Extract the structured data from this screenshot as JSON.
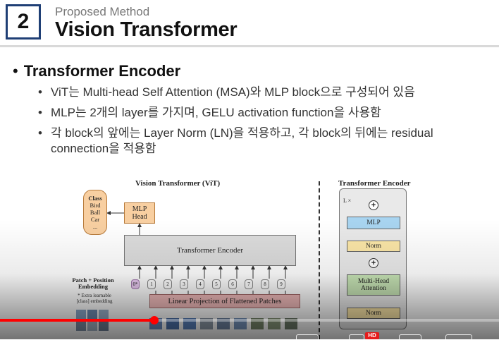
{
  "slide": {
    "section_number": "2",
    "section_subtitle": "Proposed Method",
    "title": "Vision Transformer",
    "heading": "Transformer Encoder",
    "bullets": [
      "ViT는 Multi-head Self Attention (MSA)와 MLP block으로 구성되어 있음",
      "MLP는 2개의 layer를 가지며, GELU activation function을 사용함",
      "각 block의 앞에는 Layer Norm (LN)을 적용하고, 각 block의 뒤에는 residual connection을 적용함"
    ]
  },
  "figure": {
    "vit_title": "Vision Transformer (ViT)",
    "class_box": {
      "title": "Class",
      "items": [
        "Bird",
        "Ball",
        "Car",
        "..."
      ]
    },
    "mlp_head": "MLP Head",
    "transformer_encoder": "Transformer Encoder",
    "patch_position_label": "Patch + Position Embedding",
    "extra_learnable_label": "* Extra learnable [class] embedding",
    "tokens": [
      "0*",
      "1",
      "2",
      "3",
      "4",
      "5",
      "6",
      "7",
      "8",
      "9"
    ],
    "linear_projection": "Linear Projection of Flattened Patches",
    "encoder_title": "Transformer Encoder",
    "encoder_repeat": "L ×",
    "encoder_blocks": {
      "mlp": "MLP",
      "norm_top": "Norm",
      "mha": "Multi-Head Attention",
      "norm_bottom": "Norm"
    },
    "plus_symbol": "+"
  },
  "video": {
    "progress_fraction": 0.31,
    "hd_badge": "HD",
    "accent_color": "#ff0000"
  }
}
